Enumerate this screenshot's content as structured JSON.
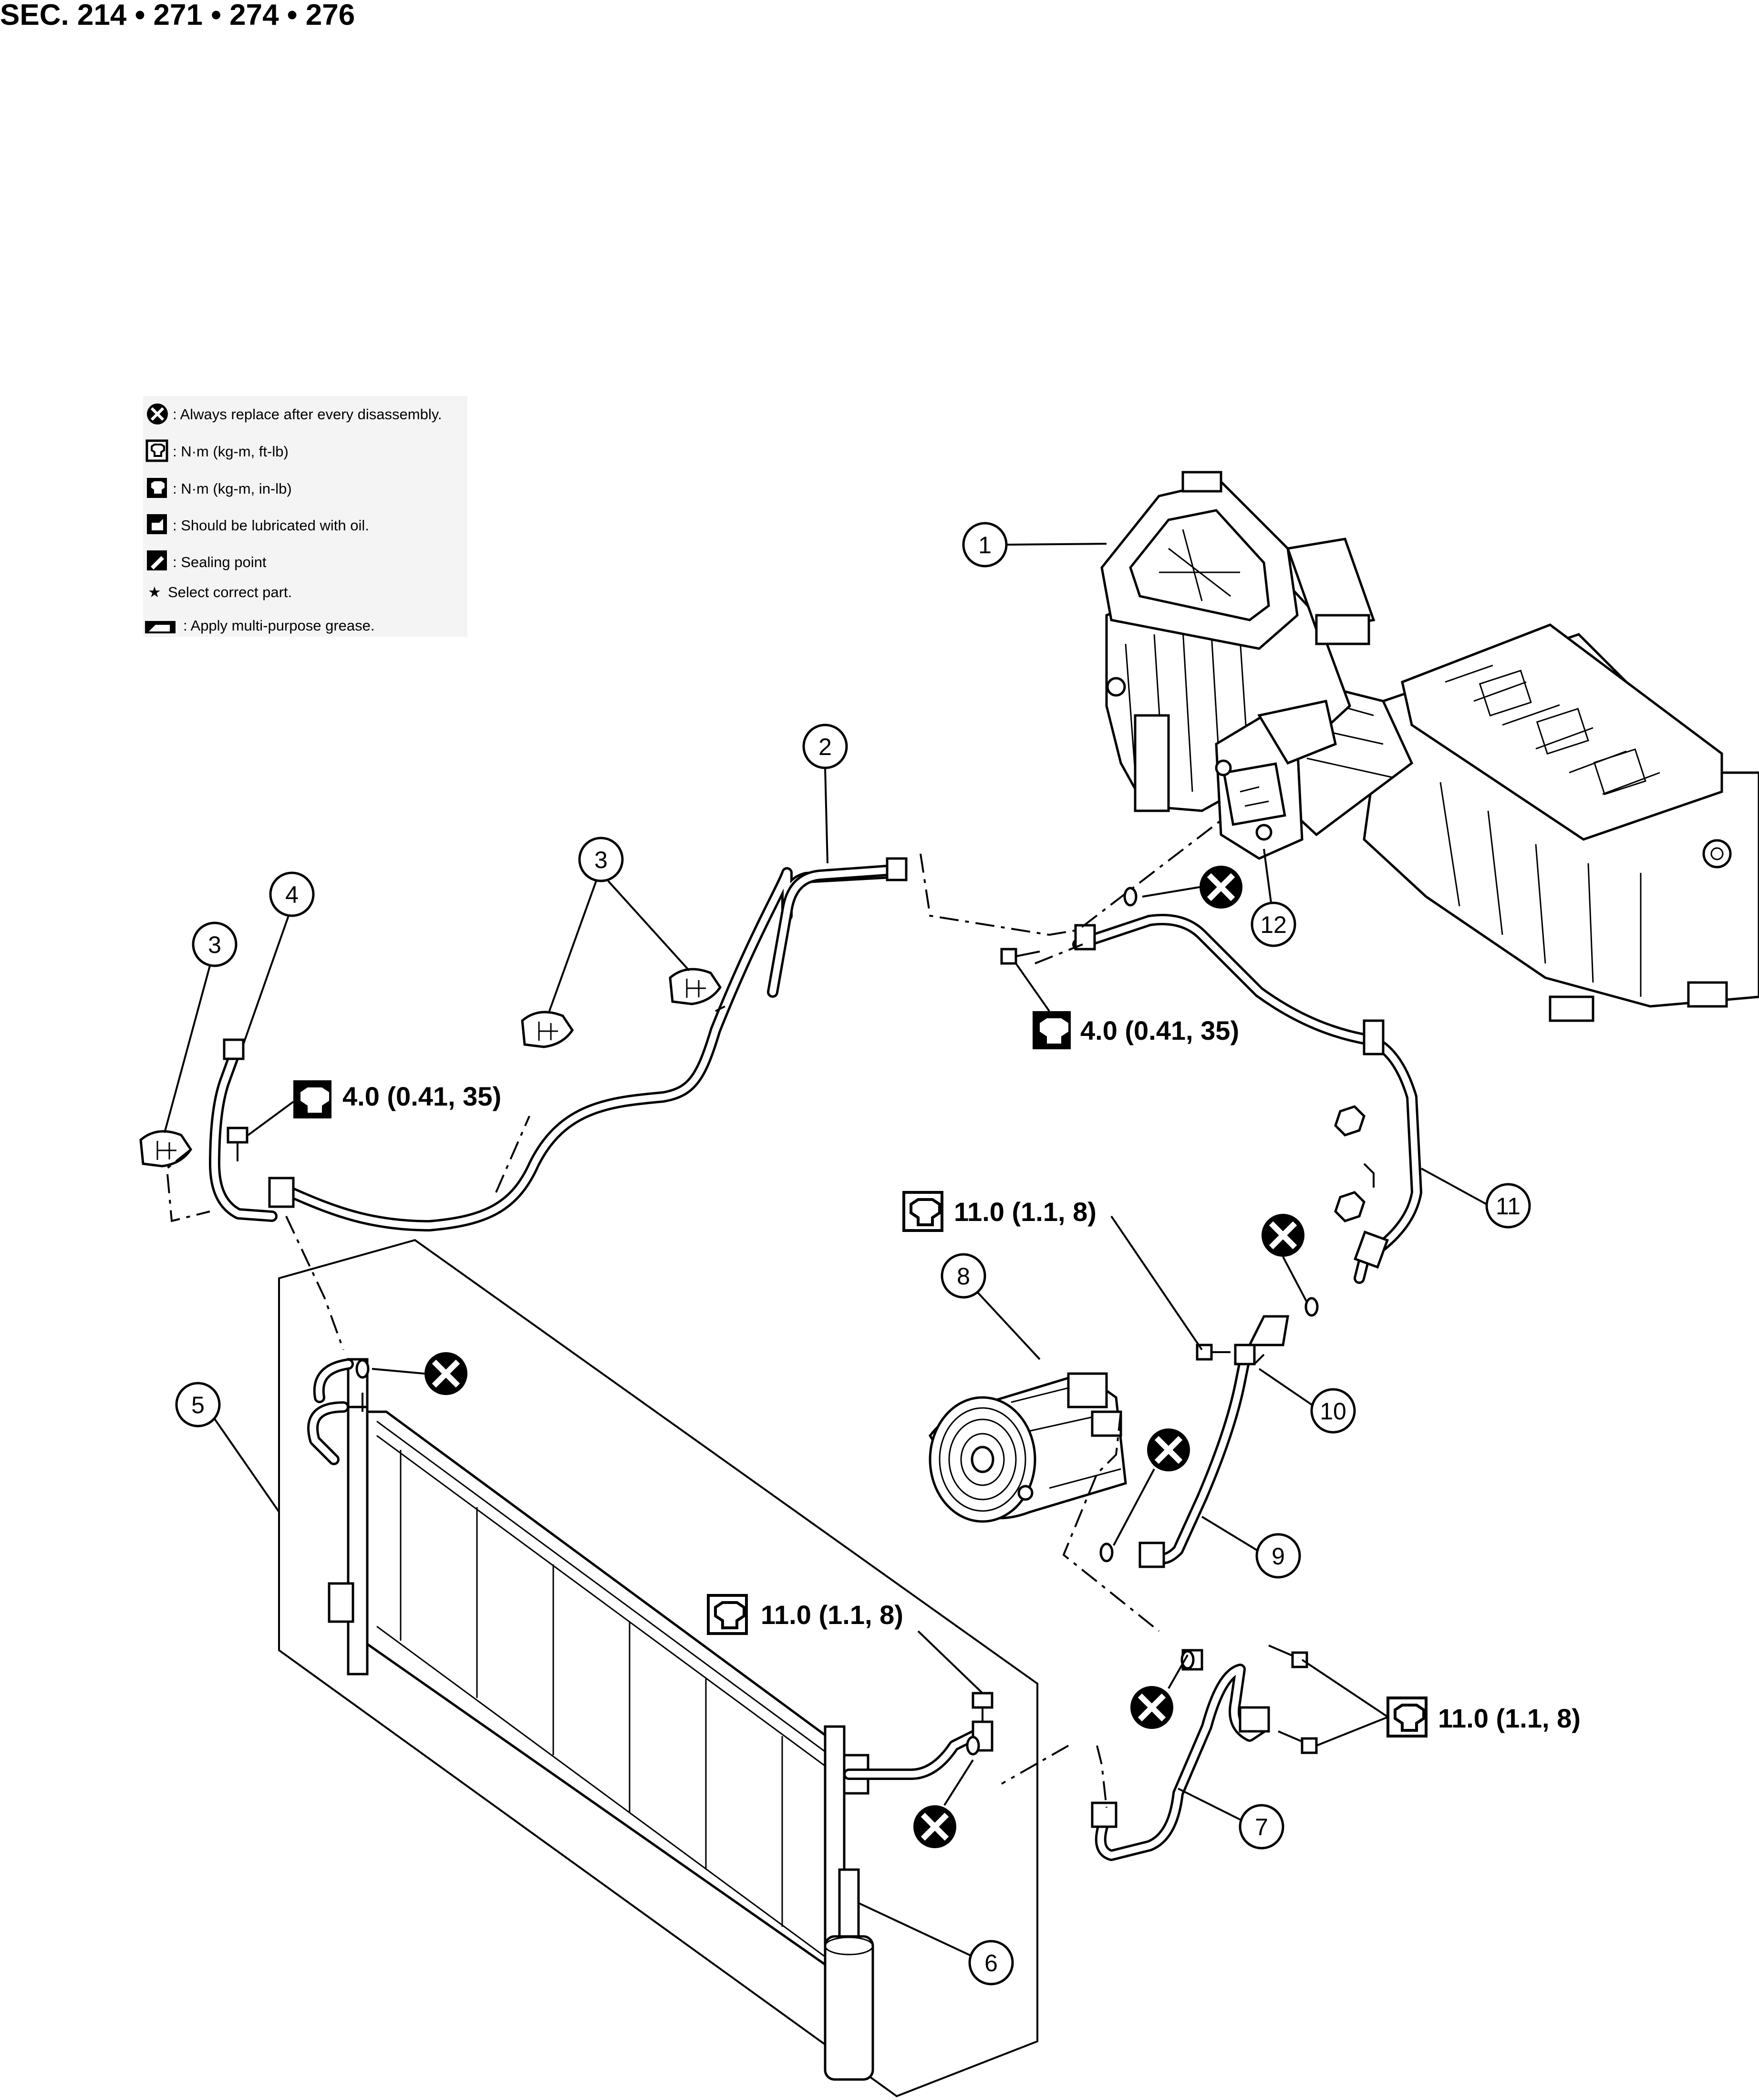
{
  "section_header": "SEC. 214 • 271 • 274 • 276",
  "legend": {
    "items": [
      {
        "icon": "replace-icon",
        "text": ": Always replace after every disassembly."
      },
      {
        "icon": "torque-ftlb-icon",
        "text": ": N·m (kg-m, ft-lb)"
      },
      {
        "icon": "torque-inlb-icon",
        "text": ": N·m (kg-m, in-lb)"
      },
      {
        "icon": "oil-can-icon",
        "text": ": Should be lubricated with oil."
      },
      {
        "icon": "sealing-point-icon",
        "text": ": Sealing point"
      },
      {
        "icon": "star-icon",
        "text": "Select correct part."
      },
      {
        "icon": "grease-icon",
        "text": ": Apply multi-purpose grease."
      }
    ]
  },
  "callouts": [
    "1",
    "2",
    "3",
    "3",
    "4",
    "5",
    "6",
    "7",
    "8",
    "9",
    "10",
    "11",
    "12"
  ],
  "torque_specs": {
    "low_pressure_pipe_bolt": "4.0 (0.41, 35)",
    "condenser_pipe_bolt": "4.0 (0.41, 35)",
    "compressor_flexible_hose_bolt": "11.0 (1.1, 8)",
    "condenser_bolt": "11.0 (1.1, 8)",
    "high_pressure_hose_bolts": "11.0 (1.1, 8)"
  },
  "colors": {
    "ink": "#000000",
    "paper": "#ffffff"
  }
}
